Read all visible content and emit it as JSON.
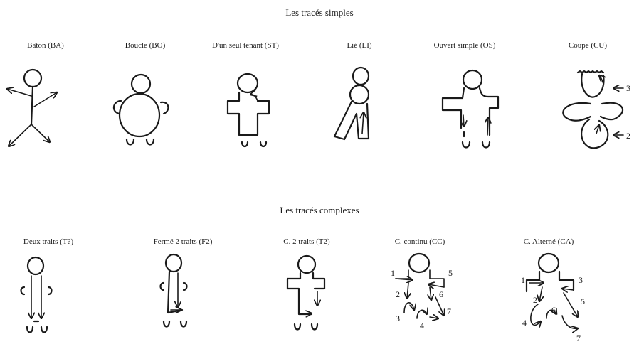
{
  "headings": {
    "simple": "Les tracés simples",
    "complex": "Les tracés complexes"
  },
  "simple_labels": [
    "Bâton (BA)",
    "Boucle (BO)",
    "D'un seul tenant (ST)",
    "Lié (LI)",
    "Ouvert simple (OS)",
    "Coupe (CU)"
  ],
  "complex_labels": [
    "Deux traits (T?)",
    "Fermé 2 traits (F2)",
    "C. 2 traits (T2)",
    "C. continu (CC)",
    "C. Alterné (CA)"
  ],
  "annotations": {
    "cu_numbers": [
      "3",
      "2"
    ],
    "cc_numbers": [
      "1",
      "5",
      "2",
      "6",
      "3",
      "4",
      "7"
    ],
    "ca_numbers": [
      "1",
      "3",
      "2",
      "5",
      "6",
      "4",
      "7"
    ]
  }
}
